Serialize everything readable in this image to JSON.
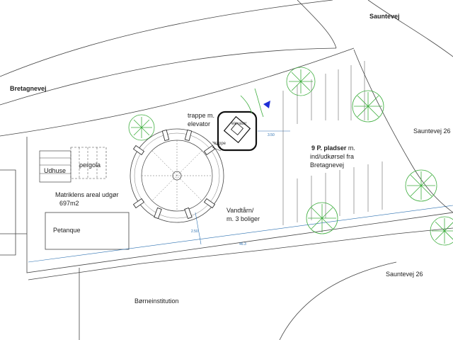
{
  "streets": {
    "bretagnevej": "Bretagnevej",
    "sauntevej_top": "Sauntevej",
    "sauntevej_26_right": "Sauntevej 26",
    "sauntevej_26_bottom": "Sauntevej 26"
  },
  "labels": {
    "udhuse": "Udhuse",
    "pergola": "pergola",
    "matrikel_line1": "Matriklens areal udgør",
    "matrikel_line2": "697m2",
    "petanque": "Petanque",
    "trappe_line1": "trappe m.",
    "trappe_line2": "elevator",
    "elevator_small": "elevator",
    "trappe_small": "trappe",
    "vandtaarn_line1": "Vandtårn/",
    "vandtaarn_line2": "m. 3 boliger",
    "parking_bold": "9 P. pladser",
    "parking_rest1": " m.",
    "parking_line2": "ind/udkørsel fra",
    "parking_line3": "Bretagnevej",
    "borneinstitution": "Børneinstitution"
  },
  "dimensions": {
    "dim_350": "3.50",
    "dim_250": "2.50",
    "dim_463": "46.3"
  },
  "colors": {
    "line": "#333333",
    "tree": "#3fae3f",
    "dimension": "#2a6fb0",
    "arrow": "#1f2fd6",
    "path": "#3fae3f"
  }
}
